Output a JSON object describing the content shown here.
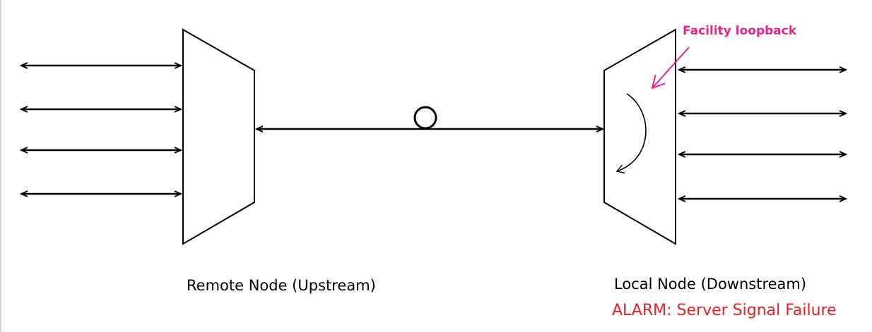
{
  "remote_node": {
    "label": "Remote Node (Upstream)",
    "client_port_count": 4
  },
  "local_node": {
    "label": "Local Node (Downstream)",
    "client_port_count": 4
  },
  "alarm": {
    "text": "ALARM: Server Signal Failure",
    "color": "#e8202a"
  },
  "annotation": {
    "text": "Facility loopback",
    "color": "#e8248a"
  }
}
